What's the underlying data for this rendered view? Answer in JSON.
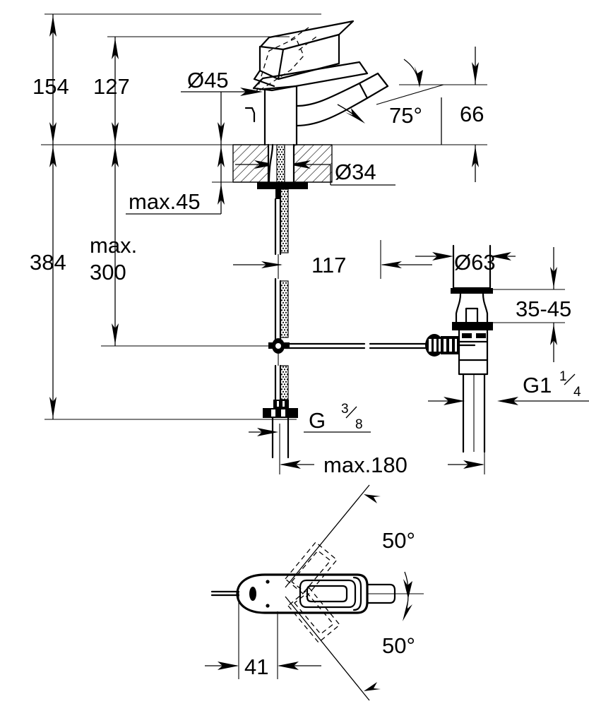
{
  "drawing": {
    "title": "Bidet mixer technical dimension drawing",
    "units": "mm",
    "views": [
      {
        "name": "front-elevation"
      },
      {
        "name": "plan-view"
      }
    ]
  },
  "dimensions": {
    "height_spout_to_counter": "154",
    "height_lever_to_counter": "127",
    "diameter_body_base": "Ø45",
    "spout_angle": "75°",
    "spout_height": "66",
    "max_counter_thickness": "max.45",
    "diameter_shank_hole": "Ø34",
    "total_height": "384",
    "max_flex_hose_length": "max.\n300",
    "max_flex_text_line1": "max.",
    "max_flex_text_line2": "300",
    "spout_reach": "117",
    "diameter_waste_flange": "Ø63",
    "basin_thickness_range": "35-45",
    "waste_thread": {
      "prefix": "G1",
      "numerator": "1",
      "denominator": "4"
    },
    "supply_thread": {
      "prefix": "G",
      "numerator": "3",
      "denominator": "8"
    },
    "max_supply_spread": "max.180",
    "swivel_angle_upper": "50°",
    "swivel_angle_lower": "50°",
    "body_width_plan": "41"
  },
  "colors": {
    "line": "#000000",
    "background": "#ffffff"
  }
}
